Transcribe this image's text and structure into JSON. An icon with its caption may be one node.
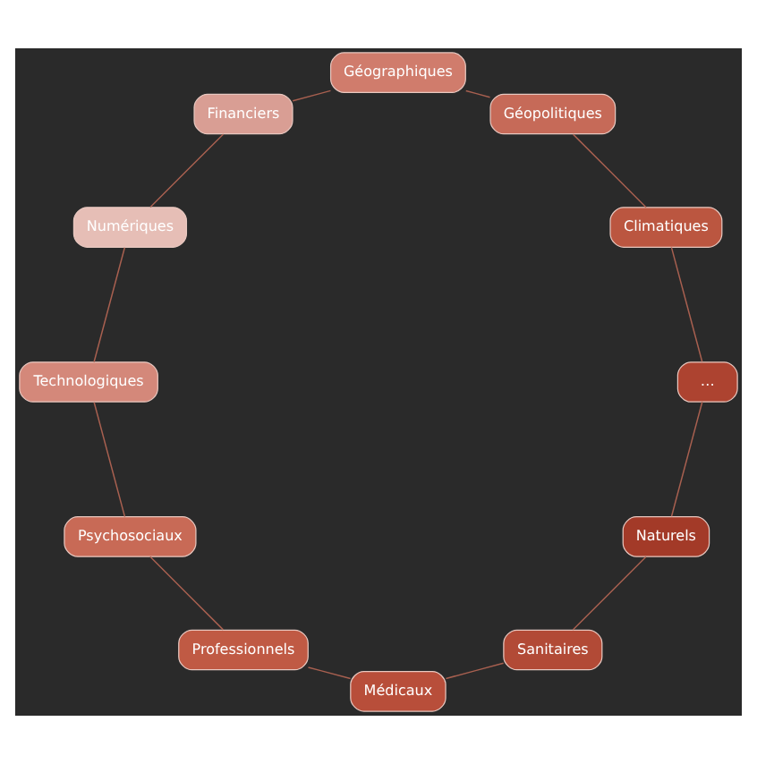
{
  "diagram": {
    "nodes": [
      {
        "text": [
          "Naturels"
        ]
      },
      {
        "text": [
          "Sanitaires"
        ]
      },
      {
        "text": [
          "Médicaux"
        ]
      },
      {
        "text": [
          "Professionnels"
        ]
      },
      {
        "text": [
          "Psychosociaux"
        ]
      },
      {
        "text": [
          "Technologiques"
        ]
      },
      {
        "text": [
          "Numériques"
        ]
      },
      {
        "text": [
          "Financiers"
        ]
      },
      {
        "text": [
          "Géographiques"
        ]
      },
      {
        "text": [
          "Géopolitiques"
        ]
      },
      {
        "text": [
          "Climatiques"
        ]
      },
      {
        "text": [
          "…"
        ]
      }
    ],
    "edges": [
      {
        "from": 0,
        "to": 1,
        "arrow": "none"
      },
      {
        "from": 1,
        "to": 2,
        "arrow": "none"
      },
      {
        "from": 2,
        "to": 3,
        "arrow": "none"
      },
      {
        "from": 3,
        "to": 4,
        "arrow": "none"
      },
      {
        "from": 4,
        "to": 5,
        "arrow": "none"
      },
      {
        "from": 5,
        "to": 6,
        "arrow": "none"
      },
      {
        "from": 6,
        "to": 7,
        "arrow": "none"
      },
      {
        "from": 7,
        "to": 8,
        "arrow": "none"
      },
      {
        "from": 8,
        "to": 9,
        "arrow": "none"
      },
      {
        "from": 9,
        "to": 10,
        "arrow": "none"
      },
      {
        "from": 10,
        "to": 11,
        "arrow": "none"
      },
      {
        "from": 11,
        "to": 0,
        "arrow": "none"
      }
    ]
  }
}
